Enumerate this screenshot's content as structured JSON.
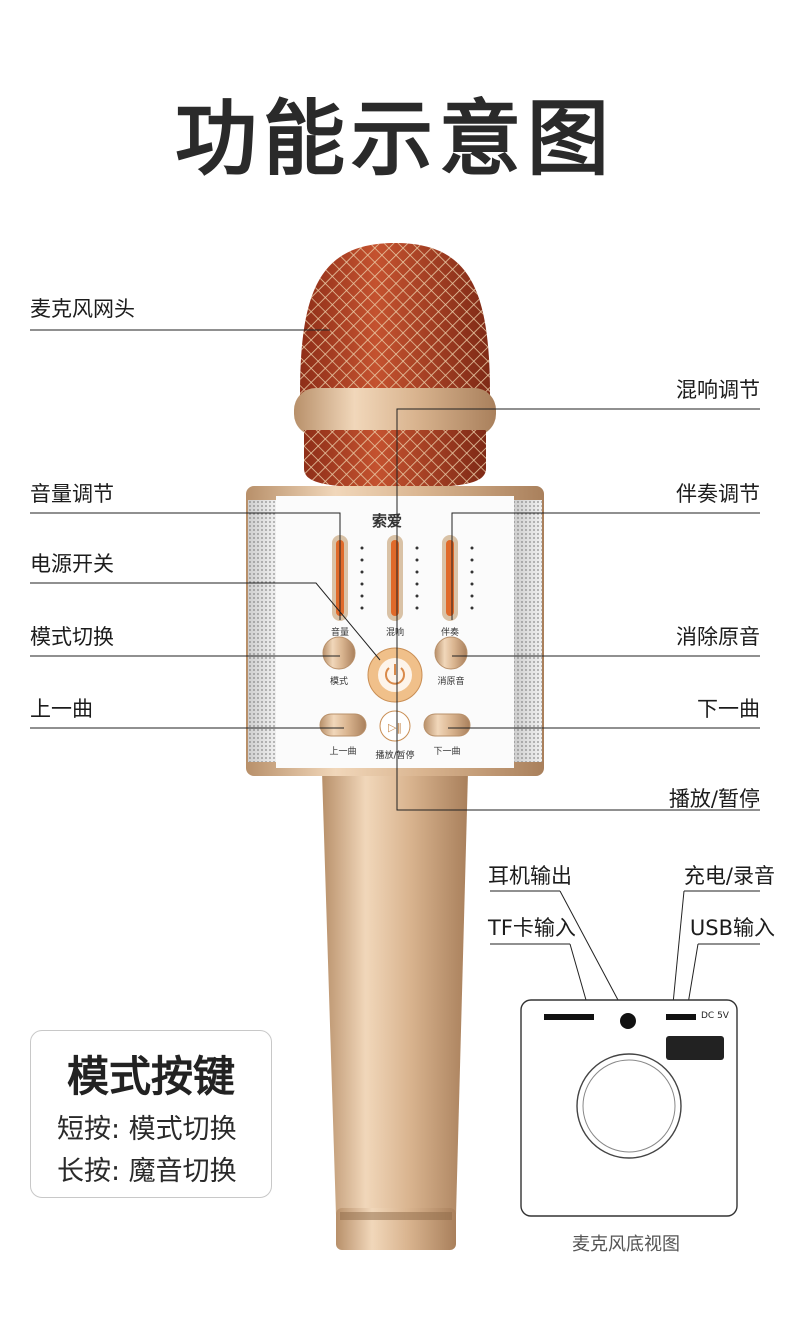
{
  "title": "功能示意图",
  "brand": "索爱",
  "labels": {
    "grille": "麦克风网头",
    "reverb": "混响调节",
    "volume": "音量调节",
    "accompaniment": "伴奏调节",
    "power": "电源开关",
    "mode_switch": "模式切换",
    "vocal_remove": "消除原音",
    "prev": "上一曲",
    "next": "下一曲",
    "play_pause": "播放/暂停",
    "headphone": "耳机输出",
    "charge_record": "充电/录音",
    "tf_input": "TF卡输入",
    "usb_input": "USB输入"
  },
  "panel": {
    "vol": "音量",
    "reverb": "混响",
    "accomp": "伴奏",
    "mode": "模式",
    "vocal": "消原音",
    "prev": "上一曲",
    "play": "播放/暂停",
    "next": "下一曲"
  },
  "mode_box": {
    "title": "模式按键",
    "short": "短按: 模式切换",
    "long": "长按: 魔音切换"
  },
  "bottom_view": {
    "dc": "DC 5V",
    "caption": "麦克风底视图"
  },
  "colors": {
    "gold": "#d9b48f",
    "mesh": "#b8452c",
    "accent": "#e8a864"
  }
}
